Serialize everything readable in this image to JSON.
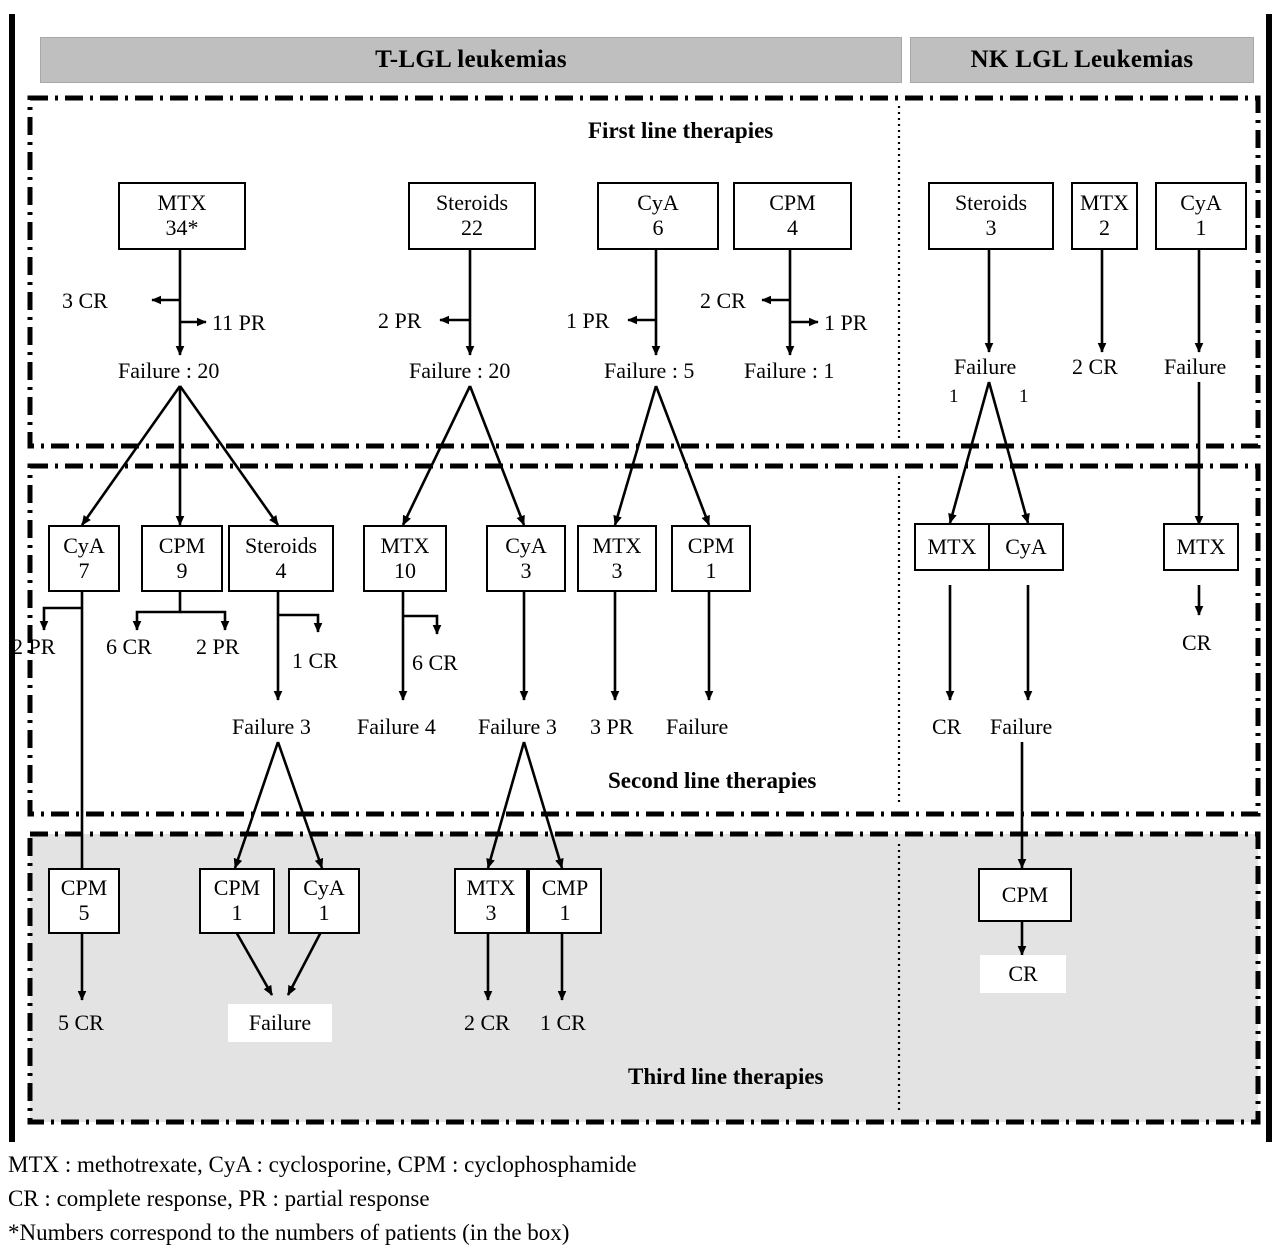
{
  "headers": [
    {
      "id": "t-lgl",
      "label": "T-LGL leukemias"
    },
    {
      "id": "nk-lgl",
      "label": "NK LGL Leukemias"
    }
  ],
  "sections": [
    {
      "id": "first",
      "label": "First line therapies"
    },
    {
      "id": "second",
      "label": "Second line therapies"
    },
    {
      "id": "third",
      "label": "Third line therapies"
    }
  ],
  "nodes": {
    "t1_mtx": {
      "drug": "MTX",
      "count": "34*"
    },
    "t1_ster": {
      "drug": "Steroids",
      "count": "22"
    },
    "t1_cya": {
      "drug": "CyA",
      "count": "6"
    },
    "t1_cpm": {
      "drug": "CPM",
      "count": "4"
    },
    "n1_ster": {
      "drug": "Steroids",
      "count": "3"
    },
    "n1_mtx": {
      "drug": "MTX",
      "count": "2"
    },
    "n1_cya": {
      "drug": "CyA",
      "count": "1"
    },
    "t2_cya": {
      "drug": "CyA",
      "count": "7"
    },
    "t2_cpm": {
      "drug": "CPM",
      "count": "9"
    },
    "t2_ster": {
      "drug": "Steroids",
      "count": "4"
    },
    "t2_mtx": {
      "drug": "MTX",
      "count": "10"
    },
    "t2_cya3": {
      "drug": "CyA",
      "count": "3"
    },
    "t2_mtx3": {
      "drug": "MTX",
      "count": "3"
    },
    "t2_cpm1": {
      "drug": "CPM",
      "count": "1"
    },
    "n2_mtx": {
      "drug": "MTX",
      "count": ""
    },
    "n2_cya": {
      "drug": "CyA",
      "count": ""
    },
    "n2_mtx_r": {
      "drug": "MTX",
      "count": ""
    },
    "t3_cpm5": {
      "drug": "CPM",
      "count": "5"
    },
    "t3_cpm1": {
      "drug": "CPM",
      "count": "1"
    },
    "t3_cya1": {
      "drug": "CyA",
      "count": "1"
    },
    "t3_mtx3": {
      "drug": "MTX",
      "count": "3"
    },
    "t3_cmp1": {
      "drug": "CMP",
      "count": "1"
    },
    "n3_cpm": {
      "drug": "CPM",
      "count": ""
    }
  },
  "outcomes": {
    "t1_mtx_cr": "3 CR",
    "t1_mtx_pr": "11 PR",
    "t1_mtx_fail": "Failure : 20",
    "t1_ster_pr": "2 PR",
    "t1_ster_fail": "Failure : 20",
    "t1_cya_pr": "1 PR",
    "t1_cya_fail": "Failure : 5",
    "t1_cpm_cr": "2 CR",
    "t1_cpm_pr": "1 PR",
    "t1_cpm_fail": "Failure : 1",
    "n1_ster_fail": "Failure",
    "n1_ster_b1": "1",
    "n1_ster_b2": "1",
    "n1_mtx_cr": "2 CR",
    "n1_cya_fail": "Failure",
    "t2_cya_pr": "2 PR",
    "t2_cpm_cr": "6 CR",
    "t2_cpm_pr": "2 PR",
    "t2_ster_cr": "1 CR",
    "t2_ster_fail": "Failure  3",
    "t2_mtx_cr": "6  CR",
    "t2_mtx_fail": "Failure  4",
    "t2_cya3_fail": "Failure  3",
    "t2_mtx3_pr": "3 PR",
    "t2_cpm1_fail": "Failure",
    "n2_mtx_cr": "CR",
    "n2_cya_fail": "Failure",
    "n2_mtx_r_cr": "CR",
    "t3_cpm5_cr": "5 CR",
    "t3_failure": "Failure",
    "t3_mtx3_cr": "2 CR",
    "t3_cmp1_cr": "1 CR",
    "n3_cpm_cr": "CR"
  },
  "legend": [
    "MTX : methotrexate, CyA : cyclosporine, CPM : cyclophosphamide",
    "CR : complete response, PR : partial response",
    "*Numbers correspond to the numbers of patients (in the box)"
  ],
  "colors": {
    "header_bg": "#bfbfbf",
    "third_line_bg": "#e3e3e3",
    "stroke": "#000000"
  }
}
